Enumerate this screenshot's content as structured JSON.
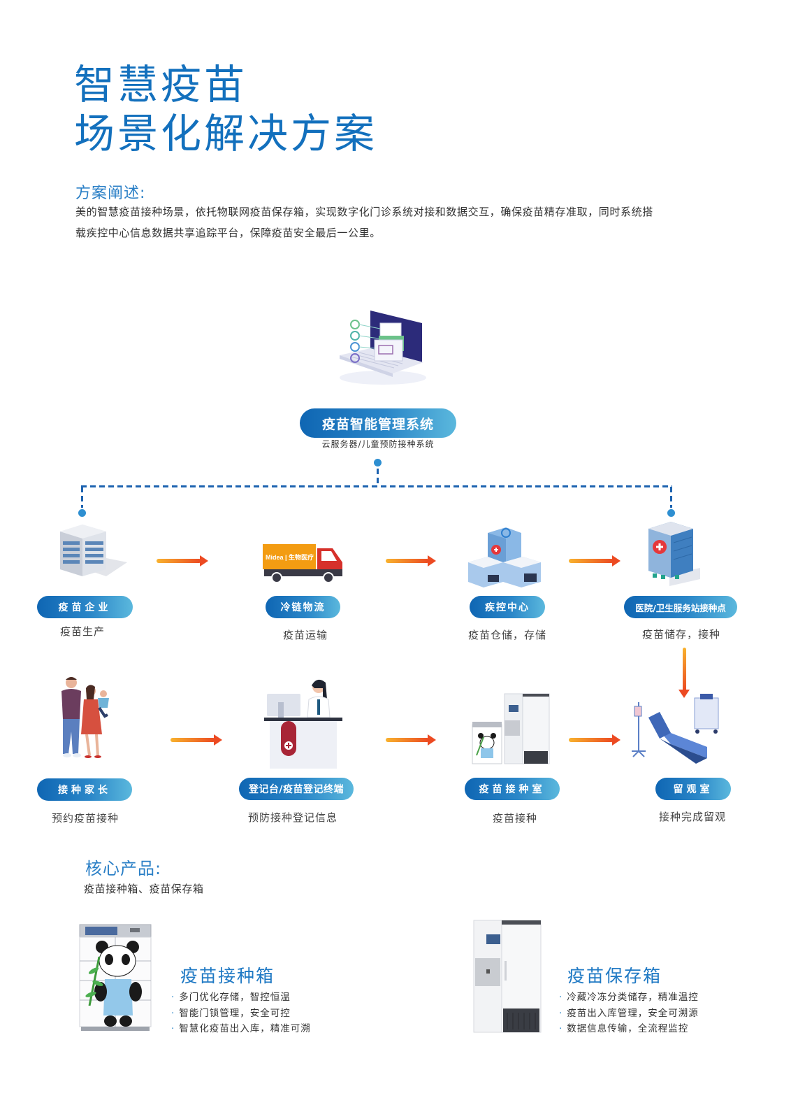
{
  "header": {
    "title_line1": "智慧疫苗",
    "title_line2": "场景化解决方案"
  },
  "overview": {
    "heading": "方案阐述:",
    "line1": "美的智慧疫苗接种场景，依托物联网疫苗保存箱，实现数字化门诊系统对接和数据交互，确保疫苗精存准取，同时系统搭",
    "line2": "载疾控中心信息数据共享追踪平台，保障疫苗安全最后一公里。"
  },
  "system": {
    "label": "疫苗智能管理系统",
    "sublabel": "云服务器/儿童预防接种系统",
    "icon": "laptop-files-icon"
  },
  "flow_row1": [
    {
      "label": "疫苗企业",
      "caption": "疫苗生产",
      "icon": "office-building-icon"
    },
    {
      "label": "冷链物流",
      "caption": "疫苗运输",
      "icon": "delivery-truck-icon",
      "truck_brand": "Midea",
      "truck_text": "生物医疗"
    },
    {
      "label": "疾控中心",
      "caption": "疫苗仓储，存储",
      "icon": "cdc-building-icon"
    },
    {
      "label": "医院/卫生服务站接种点",
      "caption": "疫苗储存，接种",
      "icon": "hospital-building-icon"
    }
  ],
  "flow_row2": [
    {
      "label": "接种家长",
      "caption": "预约疫苗接种",
      "icon": "family-icon"
    },
    {
      "label": "登记台/疫苗登记终端",
      "caption": "预防接种登记信息",
      "icon": "registration-desk-icon"
    },
    {
      "label": "疫苗接种室",
      "caption": "疫苗接种",
      "icon": "vaccine-cabinets-icon"
    },
    {
      "label": "留观室",
      "caption": "接种完成留观",
      "icon": "hospital-bed-icon"
    }
  ],
  "core_products": {
    "heading": "核心产品:",
    "subtitle": "疫苗接种箱、疫苗保存箱",
    "items": [
      {
        "name": "疫苗接种箱",
        "icon": "panda-vaccine-box-icon",
        "features": [
          "多门优化存储，智控恒温",
          "智能门锁管理，安全可控",
          "智慧化疫苗出入库，精准可溯"
        ]
      },
      {
        "name": "疫苗保存箱",
        "icon": "vaccine-fridge-icon",
        "features": [
          "冷藏冷冻分类储存，精准温控",
          "疫苗出入库管理，安全可溯源",
          "数据信息传输，全流程监控"
        ]
      }
    ]
  },
  "colors": {
    "title_blue": "#1370bd",
    "pill_start": "#0f66b3",
    "pill_end": "#5bb8dd",
    "arrow_start": "#f8b22e",
    "arrow_end": "#ec4a22",
    "dash_blue": "#1d63b0"
  }
}
